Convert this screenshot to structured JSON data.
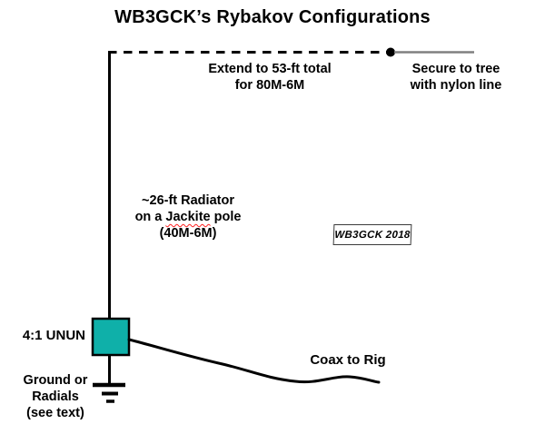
{
  "title": "WB3GCK’s Rybakov Configurations",
  "labels": {
    "extend": {
      "line1": "Extend to 53-ft total",
      "line2": "for 80M-6M"
    },
    "secure": {
      "line1": "Secure to tree",
      "line2": "with nylon line"
    },
    "radiator": {
      "line1": "~26-ft Radiator",
      "line2_pre": "on a ",
      "line2_word": "Jackite",
      "line2_post": " pole",
      "line3": "(40M-6M)"
    },
    "unun": "4:1 UNUN",
    "ground": {
      "line1": "Ground or",
      "line2": "Radials",
      "line3": "(see text)"
    },
    "coax": "Coax to Rig",
    "credit": "WB3GCK 2018"
  },
  "colors": {
    "wire_black": "#000000",
    "unun_fill": "#0FB0A9",
    "nylon_line_gray": "#808080",
    "spellcheck_red": "#FF2020"
  }
}
